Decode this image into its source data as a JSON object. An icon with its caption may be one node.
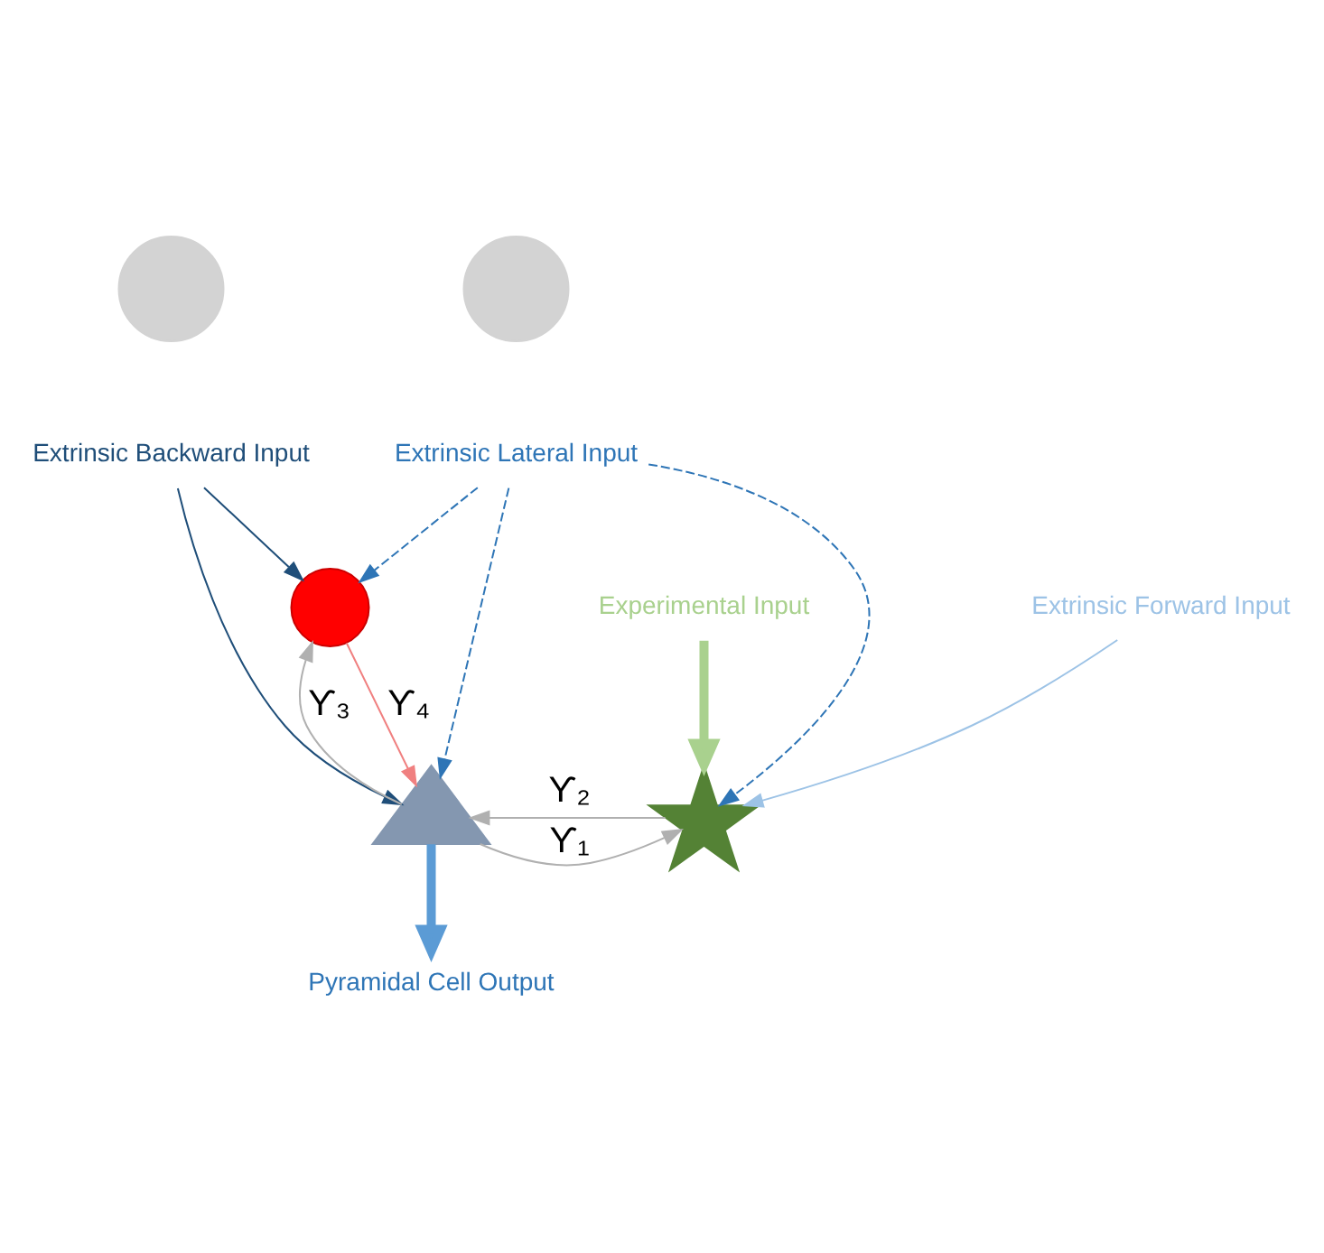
{
  "diagram": {
    "nodes": [
      {
        "text": [],
        "shape": "circle"
      },
      {
        "text": [
          "Extrinsic Backward Input"
        ]
      },
      {
        "text": [],
        "shape": "circle"
      },
      {
        "text": [
          "Extrinsic Lateral Input"
        ]
      },
      {
        "text": [],
        "shape": "circle"
      },
      {
        "text": [],
        "shape": "star"
      },
      {
        "text": [],
        "shape": "triangle"
      },
      {
        "text": [
          "Extrinsic Forward Input"
        ]
      },
      {
        "text": [
          "Experimental Input"
        ]
      },
      {
        "text": [
          "Pyramidal Cell Output"
        ]
      }
    ],
    "edges": [
      {
        "from": 1,
        "to": 4,
        "arrow": "to",
        "color": "#1f4e79"
      },
      {
        "from": 1,
        "to": 6,
        "arrow": "to",
        "color": "#1f4e79"
      },
      {
        "from": 3,
        "to": 4,
        "arrow": "to",
        "style": "dashed",
        "color": "#2e75b6"
      },
      {
        "from": 3,
        "to": 5,
        "arrow": "to",
        "style": "dashed",
        "color": "#2e75b6"
      },
      {
        "from": 3,
        "to": 6,
        "arrow": "to",
        "style": "dashed",
        "color": "#2e75b6"
      },
      {
        "from": 4,
        "to": 6,
        "arrow": "to",
        "label": "ϒ₄",
        "color": "#f08080"
      },
      {
        "from": 6,
        "to": 4,
        "arrow": "to",
        "label": "ϒ₃",
        "color": "#b0b0b0"
      },
      {
        "from": 6,
        "to": 5,
        "arrow": "to",
        "label": "ϒ₁",
        "color": "#b0b0b0"
      },
      {
        "from": 5,
        "to": 6,
        "arrow": "to",
        "label": "ϒ₂",
        "color": "#b0b0b0"
      },
      {
        "from": 7,
        "to": 5,
        "arrow": "to",
        "color": "#9dc3e6"
      },
      {
        "from": 8,
        "to": 5,
        "arrow": "to",
        "style": "thick",
        "color": "#a9d18e"
      },
      {
        "from": 6,
        "to": 9,
        "arrow": "to",
        "style": "thick",
        "color": "#5b9bd5"
      }
    ]
  }
}
